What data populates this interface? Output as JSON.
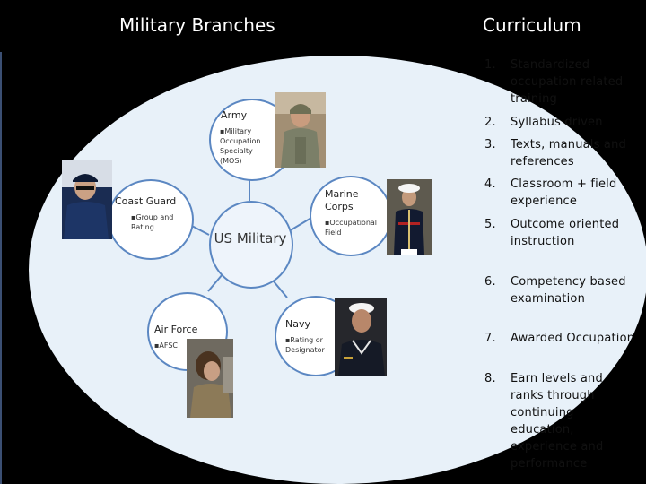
{
  "headings": {
    "left": "Military Branches",
    "right": "Curriculum"
  },
  "hub": {
    "label": "US Military"
  },
  "branches": {
    "army": {
      "title": "Army",
      "detail": "▪Military Occupation Specialty (MOS)"
    },
    "coast_guard": {
      "title": "Coast Guard",
      "detail": "▪Group and Rating"
    },
    "marine_corps": {
      "title": "Marine Corps",
      "detail": "▪Occupational Field"
    },
    "air_force": {
      "title": "Air Force",
      "detail": "▪AFSC"
    },
    "navy": {
      "title": "Navy",
      "detail": "▪Rating or Designator"
    }
  },
  "curriculum": [
    {
      "num": "1.",
      "text": "Standardized occupation related training"
    },
    {
      "num": "2.",
      "text": "Syllabus driven"
    },
    {
      "num": "3.",
      "text": "Texts, manuals and references"
    },
    {
      "num": "4.",
      "text": "Classroom + field experience"
    },
    {
      "num": "5.",
      "text": "Outcome oriented instruction"
    },
    {
      "num": "6.",
      "text": "Competency based examination"
    },
    {
      "num": "7.",
      "text": "Awarded Occupation"
    },
    {
      "num": "8.",
      "text": "Earn levels and ranks through continuing education, experience and performance"
    }
  ],
  "colors": {
    "background": "#000000",
    "circle_fill": "#e8f1f9",
    "node_border": "#5b87c2",
    "text_dark": "#111111"
  },
  "icons": [
    "army-soldier-photo",
    "coast-guard-photo",
    "marine-photo",
    "air-force-photo",
    "navy-sailor-photo"
  ]
}
